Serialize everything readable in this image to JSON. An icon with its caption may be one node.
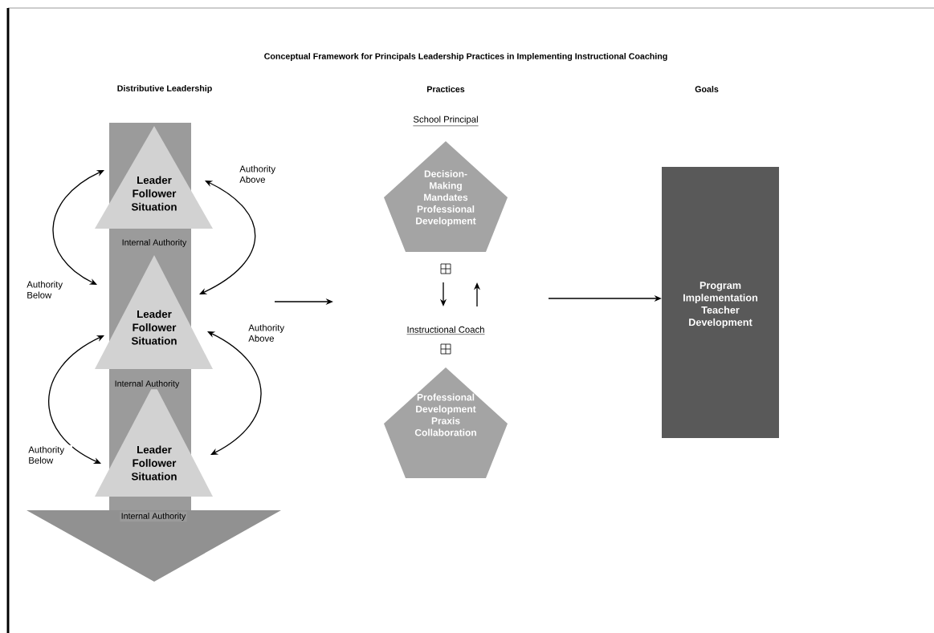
{
  "diagram": {
    "title": "Conceptual Framework for Principals Leadership Practices in Implementing Instructional Coaching",
    "nodes": [
      {
        "text": [
          "Distributive Leadership"
        ]
      },
      {
        "text": [
          "Leader Follower Situation"
        ],
        "in": 0
      },
      {
        "text": [
          "Leader Follower Situation"
        ],
        "in": 0
      },
      {
        "text": [
          "Leader Follower Situation"
        ],
        "in": 0
      },
      {
        "text": [
          "School Principal",
          "Decision-Making Mandates Professional Development"
        ]
      },
      {
        "text": [
          "Instructional Coach",
          "Professional Development Praxis Collaboration"
        ]
      },
      {
        "text": [
          "Program Implementation Teacher Development"
        ]
      }
    ],
    "edges": [
      {
        "from": 0,
        "to": null,
        "arrow": "to"
      },
      {
        "from": null,
        "to": 6,
        "arrow": "to"
      },
      {
        "from": 4,
        "to": 5,
        "arrow": "to"
      },
      {
        "from": 5,
        "to": 4,
        "arrow": "to"
      },
      {
        "from": 1,
        "to": 2,
        "arrow": "both",
        "label": "Authority Below"
      },
      {
        "from": 1,
        "to": 2,
        "arrow": "both",
        "label": "Authority Above"
      },
      {
        "from": 2,
        "to": 3,
        "arrow": "both",
        "label": "Authority Below"
      },
      {
        "from": 2,
        "to": 3,
        "arrow": "both",
        "label": "Authority Above"
      }
    ],
    "labels": [
      "Practices",
      "Goals",
      "Internal Authority",
      "Internal Authority",
      "Internal Authority"
    ]
  }
}
